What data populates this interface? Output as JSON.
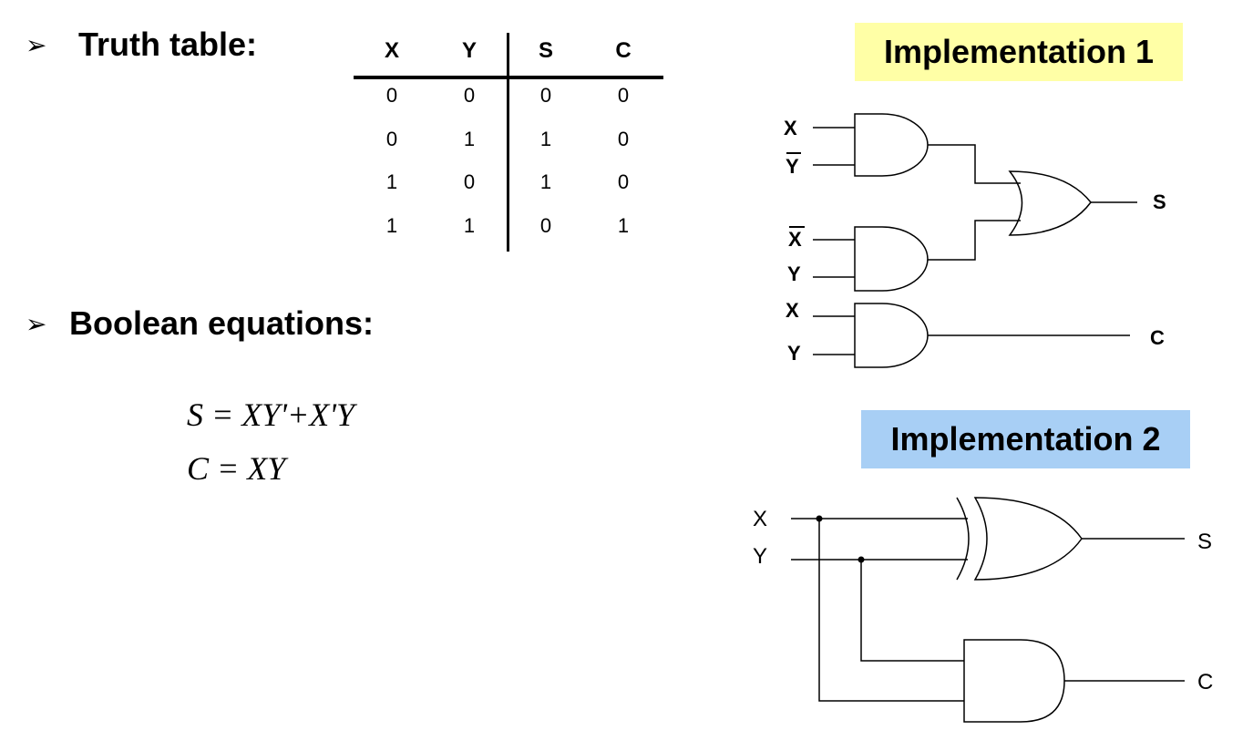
{
  "truth_section": {
    "bullet": "➢",
    "heading": "Truth table:"
  },
  "truth_table": {
    "headers": [
      "X",
      "Y",
      "S",
      "C"
    ],
    "rows": [
      [
        "0",
        "0",
        "0",
        "0"
      ],
      [
        "0",
        "1",
        "1",
        "0"
      ],
      [
        "1",
        "0",
        "1",
        "0"
      ],
      [
        "1",
        "1",
        "0",
        "1"
      ]
    ]
  },
  "boolean_section": {
    "bullet": "➢",
    "heading": "Boolean equations:",
    "equations": [
      "S = XY'+X'Y",
      "C = XY"
    ]
  },
  "impl1": {
    "title": "Implementation 1",
    "bg_color": "#ffffa6",
    "labels": {
      "x_top": "X",
      "y_bar_top": "Y",
      "x_bar": "X",
      "y_mid": "Y",
      "x_and": "X",
      "y_and": "Y",
      "s_out": "S",
      "c_out": "C"
    }
  },
  "impl2": {
    "title": "Implementation 2",
    "bg_color": "#a8cff5",
    "labels": {
      "x_in": "X",
      "y_in": "Y",
      "s_out": "S",
      "c_out": "C"
    }
  }
}
